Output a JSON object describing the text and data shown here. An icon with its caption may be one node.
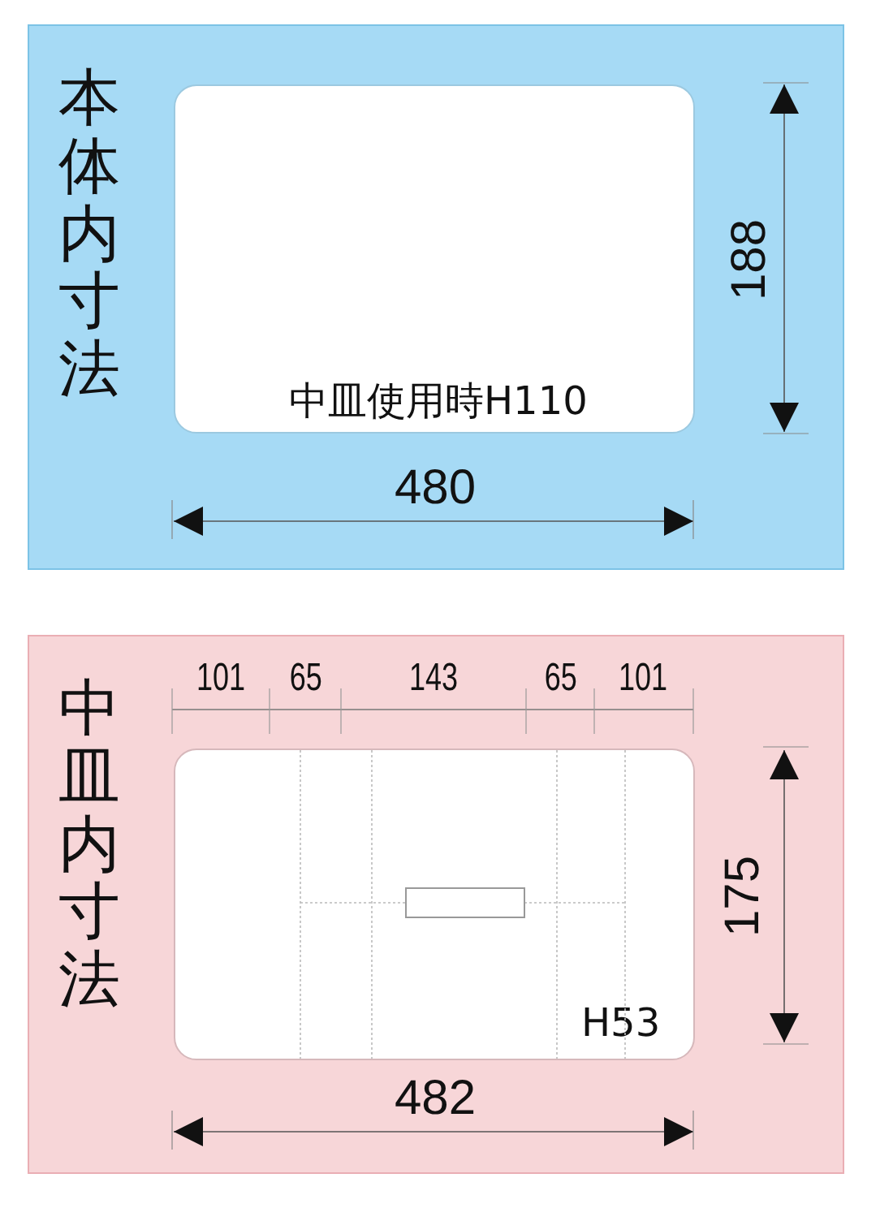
{
  "diagram": {
    "nodes": [
      {
        "text": [
          "本体内寸法"
        ]
      },
      {
        "text": [
          "中皿使用時H110"
        ],
        "in": 0
      },
      {
        "text": [
          "中皿内寸法"
        ]
      },
      {
        "text": [
          "H53"
        ],
        "in": 2
      }
    ],
    "edges": [],
    "labels": [
      "188",
      "480",
      "101",
      "65",
      "143",
      "65",
      "101",
      "175",
      "482"
    ]
  }
}
